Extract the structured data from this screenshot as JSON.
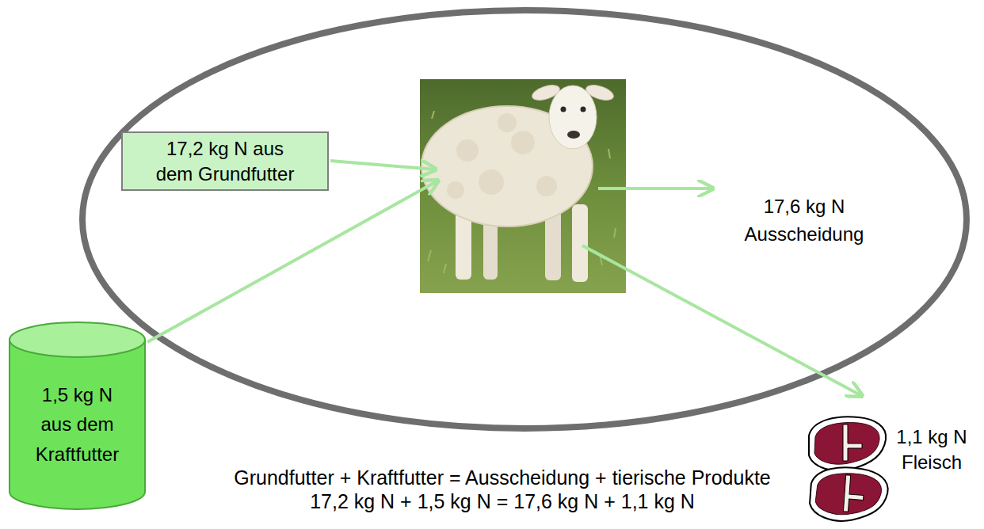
{
  "diagram": {
    "nodes": [
      {
        "text": [
          "17,2 kg N aus dem Grundfutter"
        ]
      },
      {
        "text": [
          "1,5 kg N aus dem Kraftfutter"
        ]
      },
      {
        "text": [
          "1,1 kg N Fleisch"
        ]
      }
    ],
    "labels": [
      "17,6 kg N Ausscheidung",
      "Grundfutter + Kraftfutter = Ausscheidung + tierische Produkte",
      "17,2 kg N + 1,5 kg N = 17,6 kg N + 1,1 kg N"
    ]
  }
}
